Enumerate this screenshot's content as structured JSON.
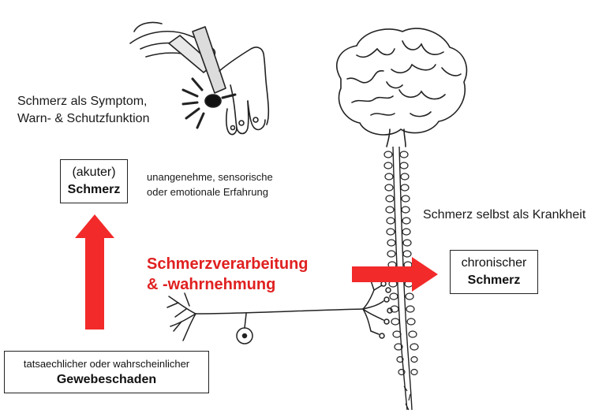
{
  "symptom_label": {
    "line1": "Schmerz als Symptom,",
    "line2": "Warn- & Schutzfunktion"
  },
  "acute_box": {
    "line1": "(akuter)",
    "line2": "Schmerz"
  },
  "experience_label": {
    "line1": "unangenehme, sensorische",
    "line2": "oder emotionale Erfahrung"
  },
  "disease_label": "Schmerz selbst als Krankheit",
  "processing_label": {
    "line1": "Schmerzverarbeitung",
    "line2": "& -wahrnehmung"
  },
  "chronic_box": {
    "line1": "chronischer",
    "line2": "Schmerz"
  },
  "damage_box": {
    "line1": "tatsaechlicher oder wahrscheinlicher",
    "line2": "Gewebeschaden"
  },
  "colors": {
    "arrow": "#f22a2a",
    "highlight_text": "#e02020",
    "line_art": "#222222"
  }
}
